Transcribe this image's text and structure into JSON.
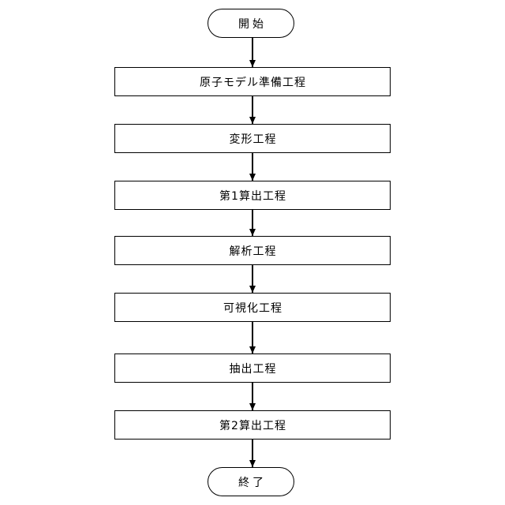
{
  "diagram": {
    "type": "flowchart",
    "background_color": "#ffffff",
    "stroke_color": "#000000",
    "start": {
      "label": "開始"
    },
    "end": {
      "label": "終了"
    },
    "steps": [
      {
        "label": "原子モデル準備工程"
      },
      {
        "label": "変形工程"
      },
      {
        "label": "第1算出工程"
      },
      {
        "label": "解析工程"
      },
      {
        "label": "可視化工程"
      },
      {
        "label": "抽出工程"
      },
      {
        "label": "第2算出工程"
      }
    ],
    "flow": "開始 → 原子モデル準備工程 → 変形工程 → 第1算出工程 → 解析工程 → 可視化工程 → 抽出工程 → 第2算出工程 → 終了"
  }
}
